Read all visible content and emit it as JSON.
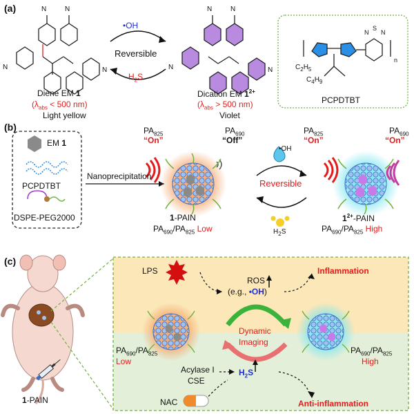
{
  "panels": {
    "a": "(a)",
    "b": "(b)",
    "c": "(c)"
  },
  "a": {
    "diene": {
      "name_prefix": "Diene EM ",
      "name_num": "1",
      "lambda": "(λ",
      "lambda_sub": "abs",
      "lambda_val": " < 500 nm)",
      "color": "Light yellow"
    },
    "dication": {
      "name_prefix": "Dication EM ",
      "name_num": "1",
      "name_sup": "2+",
      "lambda": "(λ",
      "lambda_sub": "abs",
      "lambda_val": " > 500 nm)",
      "color": "Violet"
    },
    "oh": "•OH",
    "reversible": "Reversible",
    "h2s": "H",
    "h2s_sub": "2",
    "h2s_end": "S",
    "polymer": "PCPDTBT",
    "poly_n": "n",
    "c2h5_a": "C",
    "c2h5_sub1": "2",
    "c2h5_b": "H",
    "c2h5_sub2": "5",
    "c4h9_a": "C",
    "c4h9_sub1": "4",
    "c4h9_b": "H",
    "c4h9_sub2": "9"
  },
  "b": {
    "legend": {
      "em1_prefix": "EM ",
      "em1_num": "1",
      "pcpdtbt": "PCPDTBT",
      "dspe": "DSPE-PEG2000"
    },
    "nanoprecipitation": "Nanoprecipitation",
    "pa825": "PA",
    "pa825_sub": "825",
    "pa690": "PA",
    "pa690_sub": "690",
    "on": "“On”",
    "off": "“Off”",
    "oh": "•OH",
    "reversible": "Reversible",
    "h2s": "H",
    "h2s_sub": "2",
    "h2s_end": "S",
    "left_np_num": "1",
    "left_np_suffix": "-PAIN",
    "left_ratio_a": "PA",
    "left_ratio_sub1": "690",
    "left_ratio_b": "/PA",
    "left_ratio_sub2": "825",
    "left_ratio_level": " Low",
    "right_np_num": "1",
    "right_np_sup": "2+",
    "right_np_suffix": "-PAIN",
    "right_ratio_a": "PA",
    "right_ratio_sub1": "690",
    "right_ratio_b": "/PA",
    "right_ratio_sub2": "825",
    "right_ratio_level": " High"
  },
  "c": {
    "lps": "LPS",
    "ros": "ROS",
    "eg": "(e.g., ",
    "oh": "•OH",
    "eg_end": ")",
    "inflammation": "Inflammation",
    "dynamic": "Dynamic",
    "imaging": "Imaging",
    "left_ratio_a": "PA",
    "left_ratio_sub1": "690",
    "left_ratio_b": "/PA",
    "left_ratio_sub2": "825",
    "left_level": "Low",
    "right_ratio_a": "PA",
    "right_ratio_sub1": "690",
    "right_ratio_b": "/PA",
    "right_ratio_sub2": "825",
    "right_level": "High",
    "acylase": "Acylase I",
    "cse": "CSE",
    "h2s": "H",
    "h2s_sub": "2",
    "h2s_end": "S",
    "nac": "NAC",
    "anti": "Anti-inflammation",
    "mouse_label_num": "1",
    "mouse_label_suffix": "-PAIN"
  },
  "colors": {
    "red": "#e41b1b",
    "blue": "#1f2fd8",
    "purple": "#9b3fd1",
    "polymer_blue": "#2a8fe6",
    "panel_c_top": "#fbe7b8",
    "panel_c_bottom": "#e3efd8",
    "dashed_green": "#6fb23a"
  }
}
